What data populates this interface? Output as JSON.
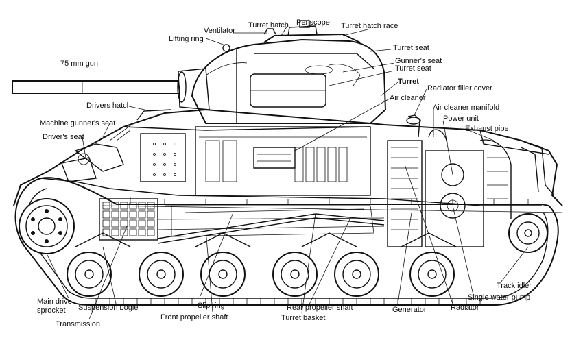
{
  "diagram": {
    "labels": {
      "turret_hatch": "Turret hatch",
      "periscope": "Periscope",
      "turret_hatch_race": "Turret hatch race",
      "ventilator": "Ventilator",
      "lifting_ring": "Lifting ring",
      "gun": "75 mm gun",
      "turret_seat_1": "Turret seat",
      "gunners_seat": "Gunner's seat",
      "turret_seat_2": "Turret seat",
      "turret": "Turret",
      "radiator_filler_cover": "Radiator filler cover",
      "air_cleaner": "Air cleaner",
      "drivers_hatch": "Drivers hatch",
      "air_cleaner_manifold": "Air cleaner manifold",
      "power_unit": "Power unit",
      "machine_gunners_seat": "Machine gunner's seat",
      "exhaust_pipe": "Exhaust pipe",
      "drivers_seat": "Driver's seat",
      "track_idler": "Track idler",
      "single_water_pump": "Single water pump",
      "main_drive_sprocket": "Main drive\nsprocket",
      "suspension_bogie": "Suspension bogie",
      "slip_ring": "Slip ring",
      "front_propeller_shaft": "Front propeller shaft",
      "rear_propeller_shaft": "Rear propeller shaft",
      "generator": "Generator",
      "radiator": "Radiator",
      "transmission": "Transmission",
      "turret_basket": "Turret basket"
    }
  }
}
